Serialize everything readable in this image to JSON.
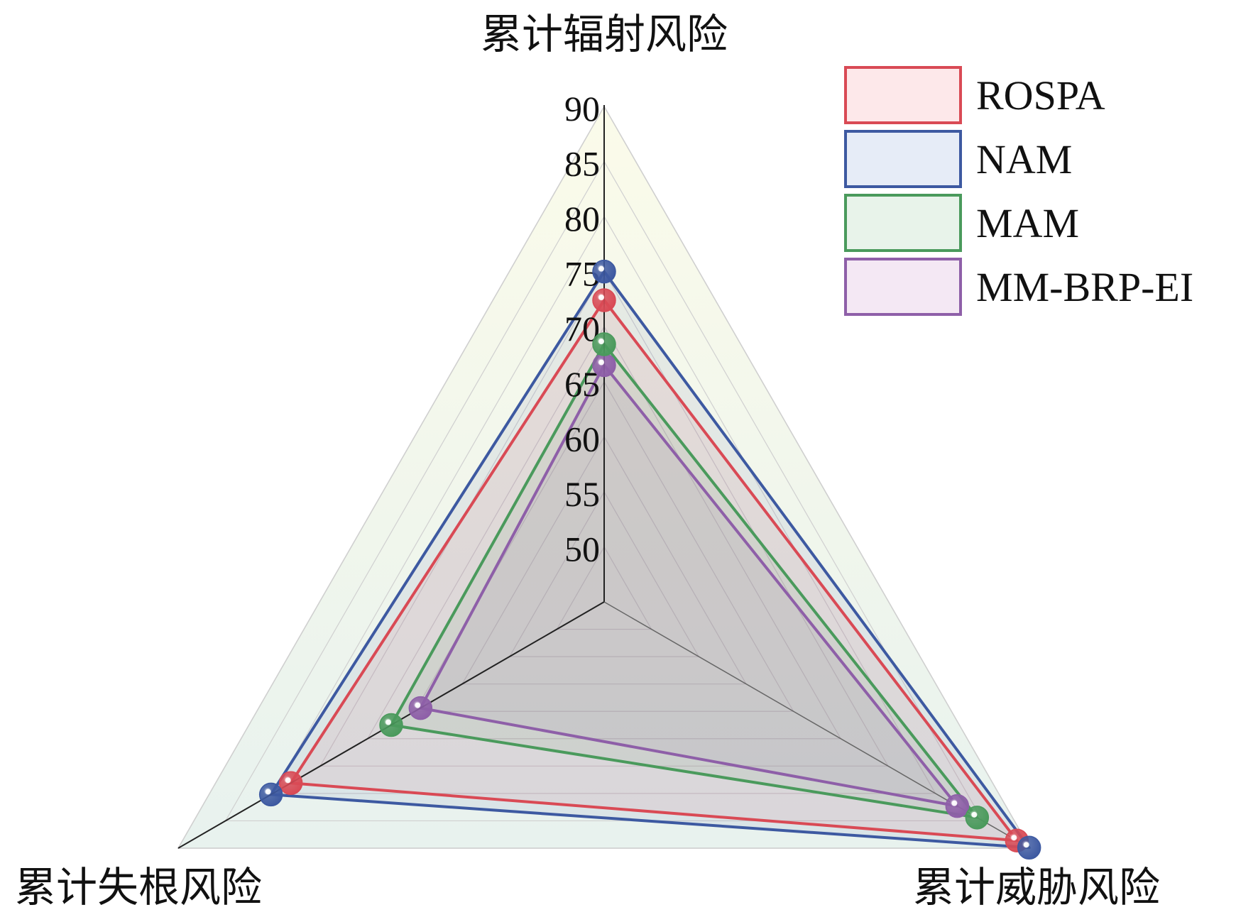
{
  "chart_data": {
    "type": "radar",
    "axes": [
      "累计辐射风险",
      "累计威胁风险",
      "累计失根风险"
    ],
    "range": [
      45,
      90
    ],
    "ticks": [
      50,
      55,
      60,
      65,
      70,
      75,
      80,
      85,
      90
    ],
    "tick_labels": [
      "50",
      "55",
      "60",
      "65",
      "70",
      "75",
      "80",
      "85",
      "90"
    ],
    "grid": true,
    "legend_position": "top-right",
    "series": [
      {
        "name": "ROSPA",
        "values": [
          72.4,
          88.6,
          78.1
        ],
        "color": "#d94a55",
        "fill": "#fde8ea"
      },
      {
        "name": "NAM",
        "values": [
          75.0,
          89.9,
          80.2
        ],
        "color": "#3d59a1",
        "fill": "#e6ecf7"
      },
      {
        "name": "MAM",
        "values": [
          68.4,
          84.4,
          67.5
        ],
        "color": "#4a9a5c",
        "fill": "#e8f3ea"
      },
      {
        "name": "MM-BRP-EI",
        "values": [
          66.5,
          82.3,
          64.4
        ],
        "color": "#8e5fa8",
        "fill": "#f4e8f4"
      }
    ]
  }
}
